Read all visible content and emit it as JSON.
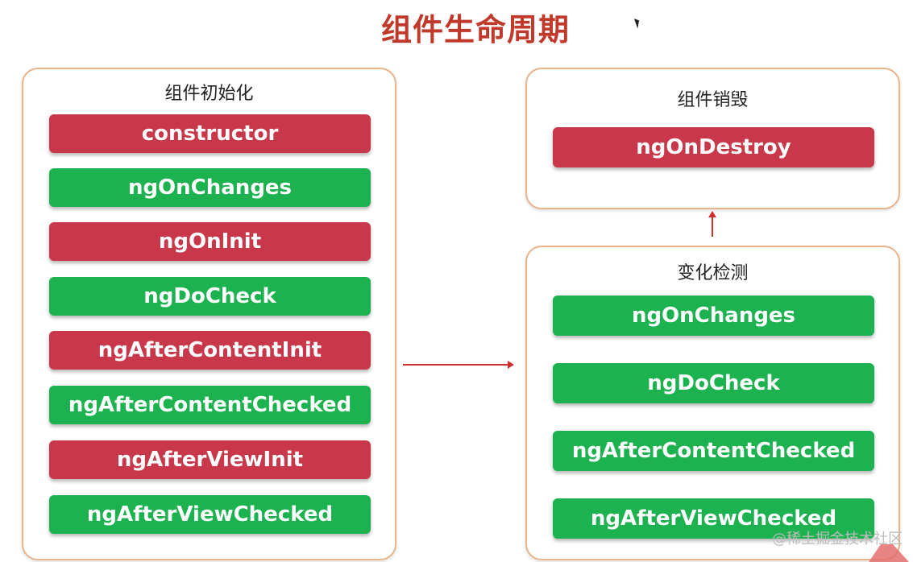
{
  "title": "组件生命周期",
  "colors": {
    "title": "#c0392b",
    "panel_border": "#e8b48c",
    "red_step": "#c9384a",
    "green_step": "#1bb24f",
    "arrow": "#cf2f2f"
  },
  "init_panel": {
    "title": "组件初始化",
    "steps": [
      {
        "label": "constructor",
        "color": "red"
      },
      {
        "label": "ngOnChanges",
        "color": "green"
      },
      {
        "label": "ngOnInit",
        "color": "red"
      },
      {
        "label": "ngDoCheck",
        "color": "green"
      },
      {
        "label": "ngAfterContentInit",
        "color": "red"
      },
      {
        "label": "ngAfterContentChecked",
        "color": "green"
      },
      {
        "label": "ngAfterViewInit",
        "color": "red"
      },
      {
        "label": "ngAfterViewChecked",
        "color": "green"
      }
    ]
  },
  "destroy_panel": {
    "title": "组件销毁",
    "steps": [
      {
        "label": "ngOnDestroy",
        "color": "red"
      }
    ]
  },
  "change_panel": {
    "title": "变化检测",
    "steps": [
      {
        "label": "ngOnChanges",
        "color": "green"
      },
      {
        "label": "ngDoCheck",
        "color": "green"
      },
      {
        "label": "ngAfterContentChecked",
        "color": "green"
      },
      {
        "label": "ngAfterViewChecked",
        "color": "green"
      }
    ]
  },
  "watermark": "@稀土掘金技术社区"
}
